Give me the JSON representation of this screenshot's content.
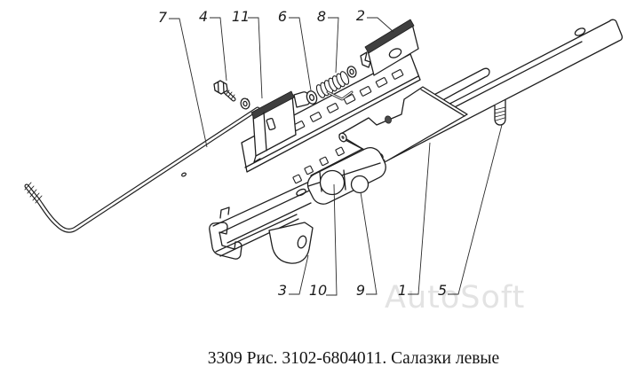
{
  "diagram": {
    "caption": "3309 Рис. 3102-6804011. Салазки левые",
    "watermark": "AutoSoft",
    "labels": [
      {
        "id": "7",
        "text": "7"
      },
      {
        "id": "4",
        "text": "4"
      },
      {
        "id": "11",
        "text": "11"
      },
      {
        "id": "6",
        "text": "6"
      },
      {
        "id": "8",
        "text": "8"
      },
      {
        "id": "2",
        "text": "2"
      },
      {
        "id": "3",
        "text": "3"
      },
      {
        "id": "10",
        "text": "10"
      },
      {
        "id": "9",
        "text": "9"
      },
      {
        "id": "1",
        "text": "1"
      },
      {
        "id": "5",
        "text": "5"
      }
    ],
    "colors": {
      "line": "#1f1f1f",
      "flange": "#3f3f3f",
      "watermark": "#e3e3e3",
      "background": "#ffffff"
    }
  }
}
